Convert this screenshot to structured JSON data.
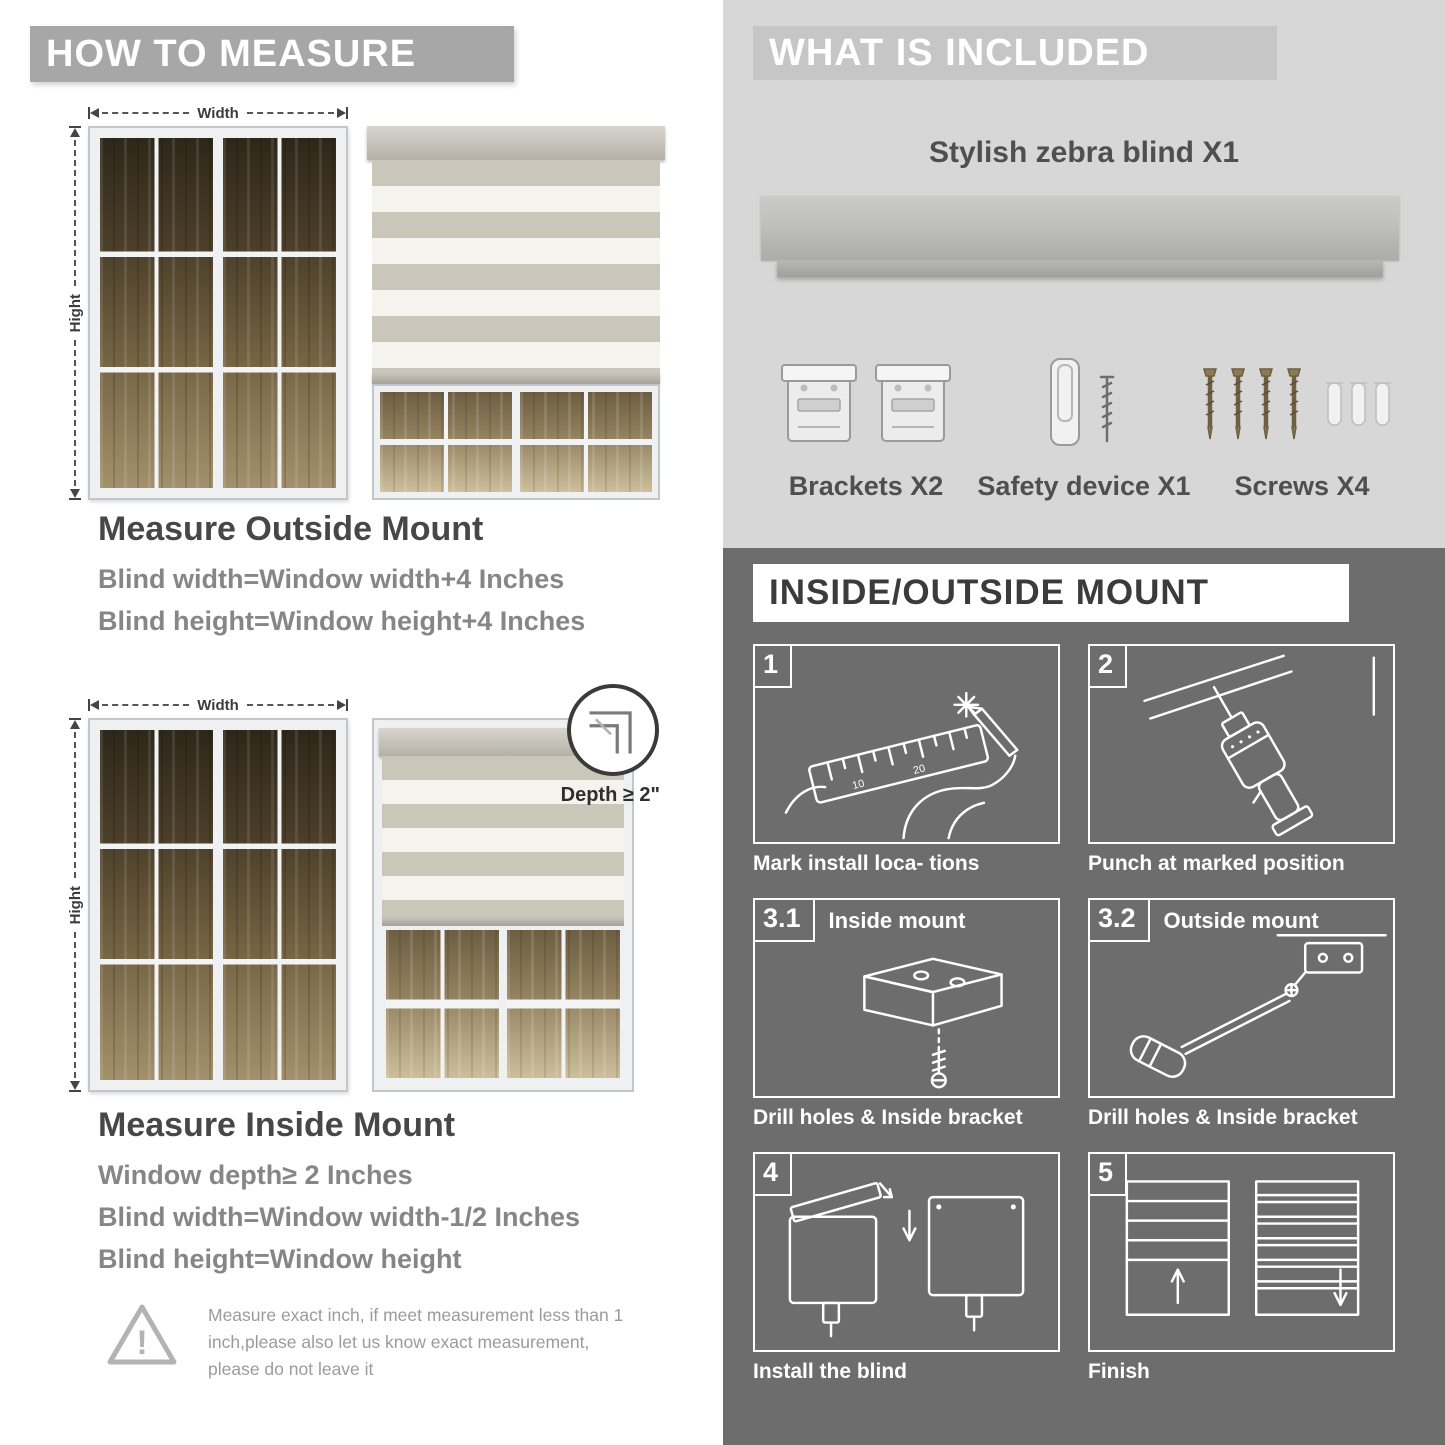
{
  "colors": {
    "left-header-bg": "#a7a7a7",
    "included-bg": "#d7d7d7",
    "included-header-bg": "#c6c6c6",
    "mount-bg": "#6d6d6d",
    "stripe-gray": "#cbc6ba",
    "stripe-sheer": "#f5f3ee"
  },
  "icons": {
    "warning_glyph": "!"
  },
  "left": {
    "header": "HOW TO MEASURE",
    "outside": {
      "width_label": "Width",
      "height_label": "Hight",
      "title": "Measure Outside Mount",
      "line1": "Blind width=Window width+4 Inches",
      "line2": "Blind height=Window height+4 Inches"
    },
    "inside": {
      "width_label": "Width",
      "height_label": "Hight",
      "depth_label": "Depth ≥ 2\"",
      "title": "Measure Inside Mount",
      "line1": "Window depth≥ 2 Inches",
      "line2": "Blind width=Window width-1/2 Inches",
      "line3": "Blind height=Window height"
    },
    "warning_text": "Measure exact inch, if meet measurement less than 1 inch,please also let us know exact measurement, please do not leave it"
  },
  "right": {
    "included": {
      "header": "WHAT IS INCLUDED",
      "blind_label": "Stylish zebra blind X1",
      "items": [
        {
          "label": "Brackets X2"
        },
        {
          "label": "Safety device X1"
        },
        {
          "label": "Screws X4"
        }
      ]
    },
    "mount": {
      "header": "INSIDE/OUTSIDE MOUNT",
      "steps": [
        {
          "num": "1",
          "caption": "Mark install loca- tions"
        },
        {
          "num": "2",
          "caption": "Punch at  marked position"
        },
        {
          "num": "3.1",
          "title": "Inside mount",
          "caption": "Drill holes &  Inside bracket"
        },
        {
          "num": "3.2",
          "title": "Outside mount",
          "caption": "Drill holes &  Inside bracket"
        },
        {
          "num": "4",
          "caption": "Install the blind"
        },
        {
          "num": "5",
          "caption": "Finish"
        }
      ]
    }
  }
}
